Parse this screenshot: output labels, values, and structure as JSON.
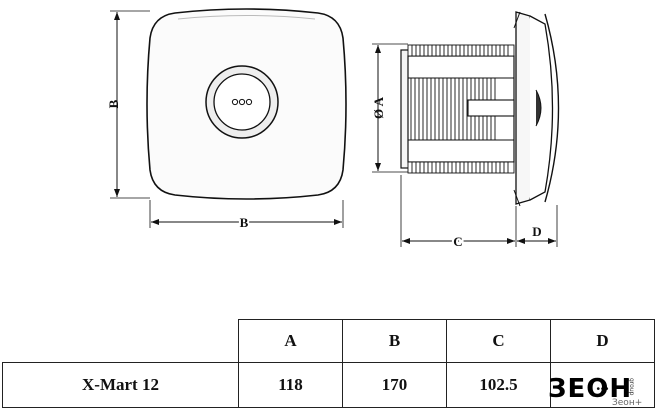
{
  "front_view": {
    "height_label": "B",
    "width_label": "B"
  },
  "side_view": {
    "diameter_label": "Ø A",
    "depth_label": "C",
    "cover_label": "D"
  },
  "spec_table": {
    "headers": [
      "A",
      "B",
      "C",
      "D"
    ],
    "rows": [
      {
        "model": "X-Mart 12",
        "values": [
          "118",
          "170",
          "102.5",
          "..."
        ]
      }
    ]
  },
  "watermark": {
    "main": "ЗЕОН",
    "sub": "Зеон+",
    "vertical": "group"
  }
}
